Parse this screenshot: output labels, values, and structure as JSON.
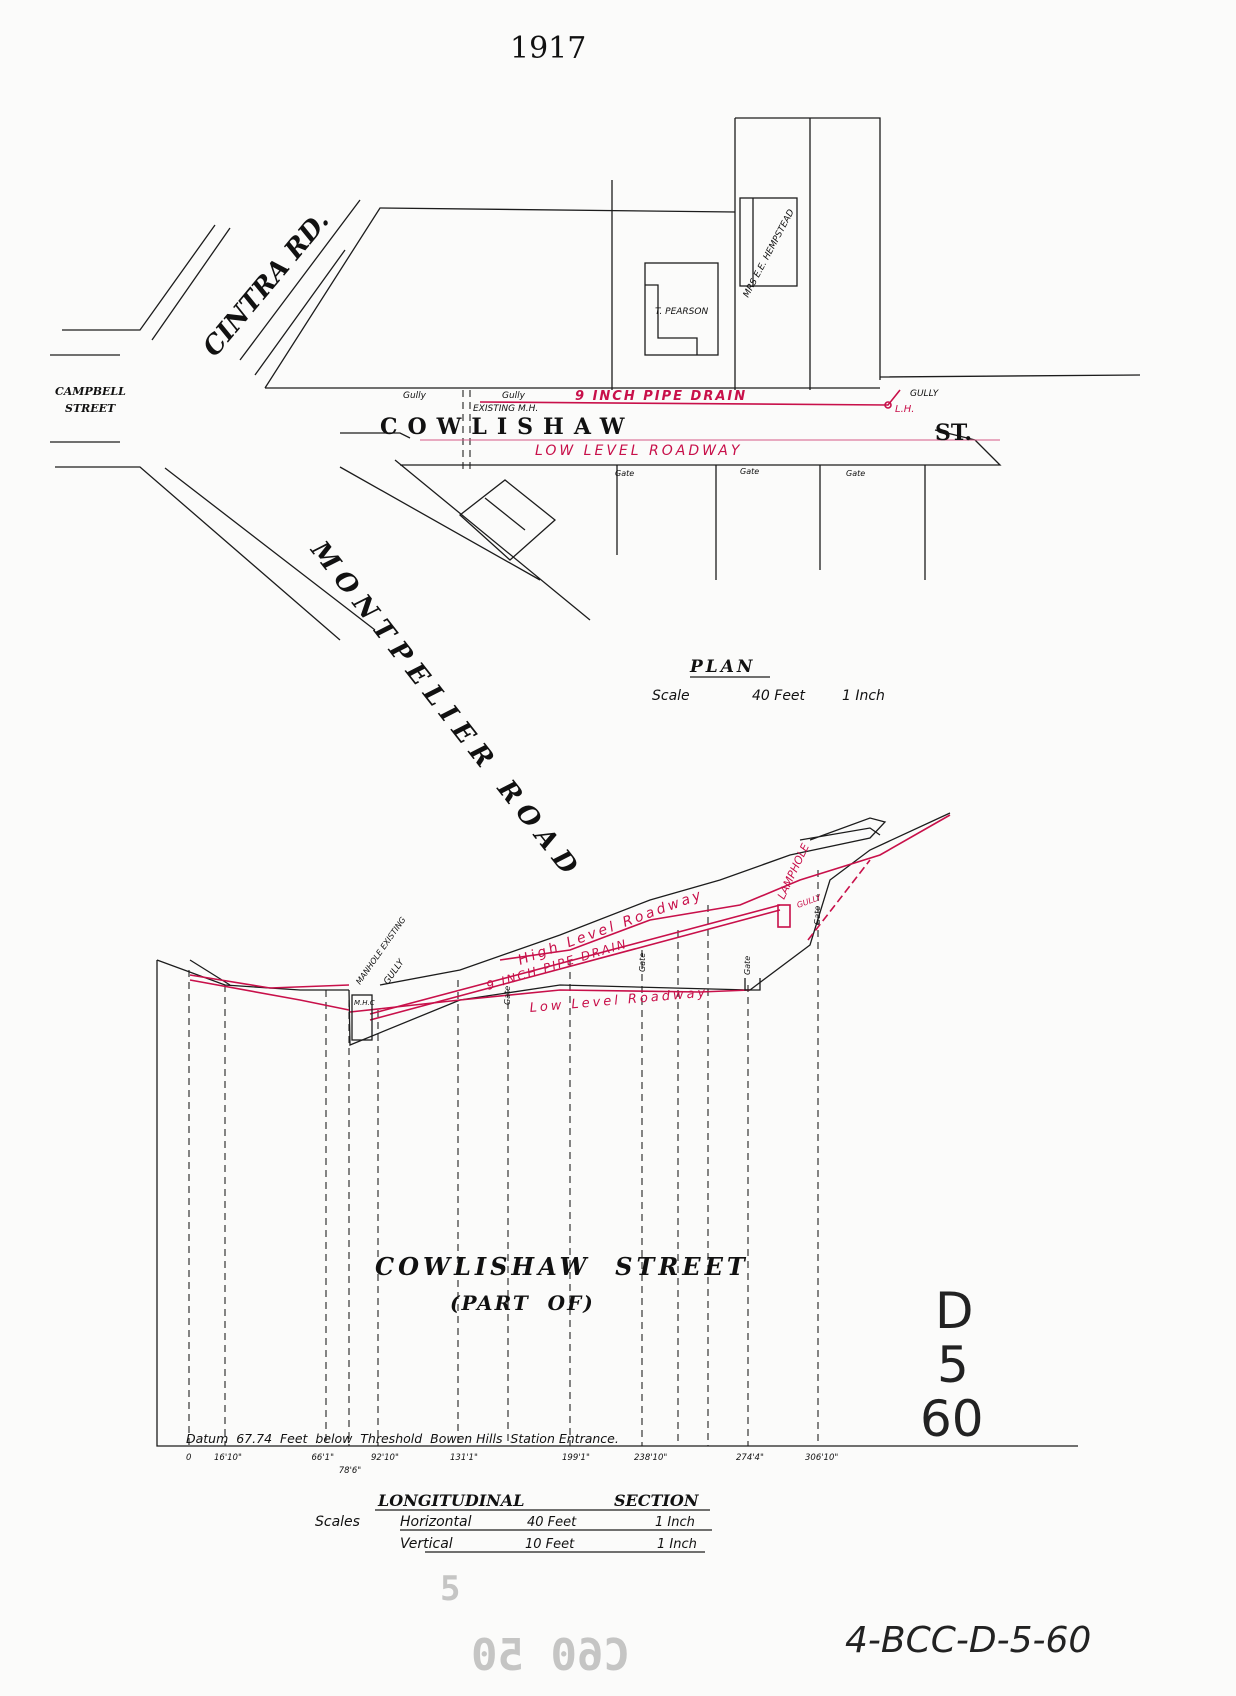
{
  "year": "1917",
  "plan": {
    "streets": {
      "cintra": "CINTRA RD.",
      "campbell_1": "CAMPBELL",
      "campbell_2": "STREET",
      "cowlishaw": "COWLISHAW",
      "cowlishaw_st": "ST.",
      "montpelier": "MONTPELIER ROAD"
    },
    "owners": [
      "T. PEARSON",
      "MRS E.E. HEMPSTEAD"
    ],
    "labels": {
      "gully_1": "Gully",
      "gully_2": "Gully",
      "gully_3": "GULLY",
      "existing_mh": "EXISTING M.H.",
      "pipe_drain": "9 INCH PIPE DRAIN",
      "lh": "L.H.",
      "low_level": "LOW LEVEL ROADWAY",
      "gates": [
        "Gate",
        "Gate",
        "Gate"
      ]
    },
    "title": "PLAN",
    "scale": {
      "label": "Scale",
      "feet": "40 Feet",
      "inch": "1 Inch"
    }
  },
  "section": {
    "labels": {
      "manhole": "MANHOLE EXISTING",
      "gully": "GULLY",
      "mhc": "M.H.C",
      "high_level": "High Level Roadway",
      "pipe_drain": "9 INCH PIPE DRAIN",
      "low_level": "Low Level Roadway",
      "lamphole": "LAMPHOLE",
      "gully_2": "GULLY",
      "gates": [
        "Gate",
        "Gate",
        "Gate",
        "Gate"
      ]
    },
    "street_1": "COWLISHAW  STREET",
    "street_2": "(PART  OF)",
    "datum": "Datum  67.74  Feet  below  Threshold  Bowen Hills  Station Entrance.",
    "chainages": [
      "0",
      "16'10\"",
      "66'1\"",
      "78'6\"",
      "92'10\"",
      "131'1\"",
      "199'1\"",
      "238'10\"",
      "274'4\"",
      "306'10\""
    ],
    "title_1": "LONGITUDINAL",
    "title_2": "SECTION",
    "scales": {
      "label": "Scales",
      "horizontal": "Horizontal",
      "horizontal_feet": "40 Feet",
      "horizontal_inch": "1 Inch",
      "vertical": "Vertical",
      "vertical_feet": "10 Feet",
      "vertical_inch": "1 Inch"
    }
  },
  "reference": {
    "d": "D",
    "five": "5",
    "sixty": "60",
    "code": "4-BCC-D-5-60"
  },
  "stamps": [
    "C60 50",
    "5"
  ],
  "colors": {
    "ink": "#1c1c1c",
    "red": "#c8104a",
    "paper": "#fbfbfa"
  }
}
